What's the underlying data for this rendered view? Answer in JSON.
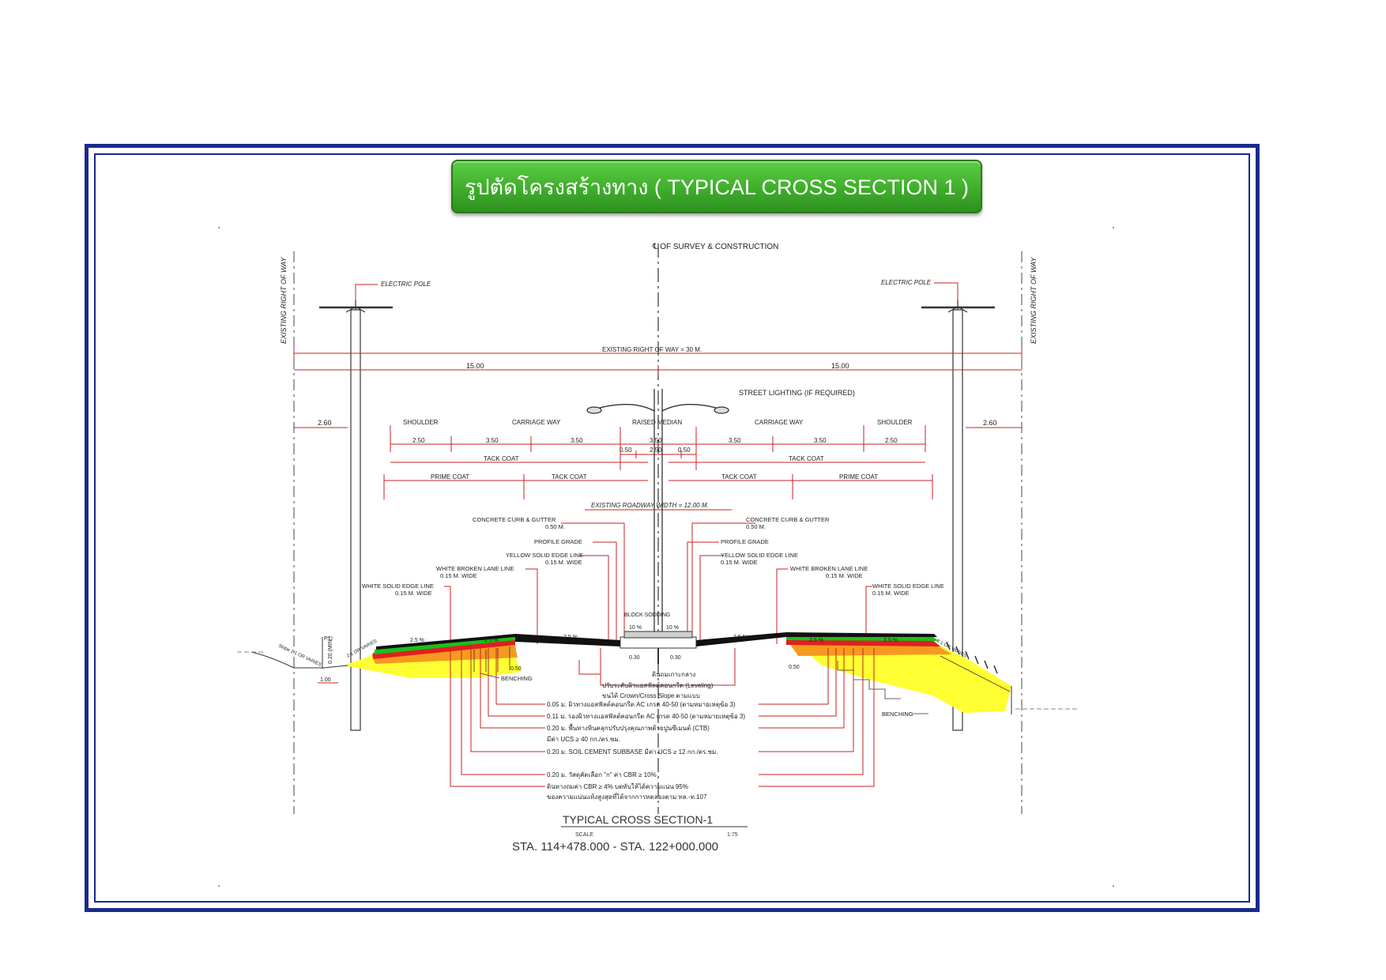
{
  "title": "รูปตัดโครงสร้างทาง ( TYPICAL CROSS SECTION 1 )",
  "colors": {
    "frame": "#1a2a8c",
    "dimension": "#cc2222",
    "pavement_green": "#19c219",
    "pavement_red": "#e02020",
    "base_orange": "#f59a1f",
    "fill_yellow": "#ffff33",
    "asphalt": "#111111"
  },
  "labels": {
    "centerline": "℄ OF SURVEY & CONSTRUCTION",
    "row_left": "EXISTING RIGHT OF WAY",
    "row_right": "EXISTING RIGHT OF WAY",
    "pole_left": "ELECTRIC POLE",
    "pole_right": "ELECTRIC POLE",
    "row_total": "EXISTING RIGHT OF WAY = 30 M.",
    "half_left": "15.00",
    "half_right": "15.00",
    "street_lighting": "STREET LIGHTING (IF REQUIRED)",
    "edge_left": "2.60",
    "edge_right": "2.60",
    "shoulder_l": "SHOULDER",
    "carriage_l": "CARRIAGE WAY",
    "median": "RAISED MEDIAN",
    "carriage_r": "CARRIAGE WAY",
    "shoulder_r": "SHOULDER",
    "w_shoulder_l": "2.50",
    "w_lane_l1": "3.50",
    "w_lane_l2": "3.50",
    "w_median": "3.50",
    "w_lane_r1": "3.50",
    "w_lane_r2": "3.50",
    "w_shoulder_r": "2.50",
    "m_050_l": "0.50",
    "m_250": "2.50",
    "m_050_r": "0.50",
    "tack_l": "TACK COAT",
    "tack_r": "TACK COAT",
    "prime_l": "PRIME COAT",
    "tack_l2": "TACK COAT",
    "tack_r2": "TACK COAT",
    "prime_r": "PRIME COAT",
    "existing_roadway": "EXISTING ROADWAY WIDTH = 12.00 M.",
    "curb_l1": "CONCRETE CURB & GUTTER",
    "curb_l2": "0.50 M.",
    "curb_r1": "CONCRETE CURB & GUTTER",
    "curb_r2": "0.50 M.",
    "profile_l": "PROFILE GRADE",
    "profile_r": "PROFILE GRADE",
    "yellow_l1": "YELLOW SOLID EDGE LINE",
    "yellow_l2": "0.15 M. WIDE",
    "yellow_r1": "YELLOW SOLID EDGE LINE",
    "yellow_r2": "0.15 M. WIDE",
    "wbroken_l1": "WHITE BROKEN LANE LINE",
    "wbroken_l2": "0.15 M. WIDE",
    "wbroken_r1": "WHITE BROKEN LANE LINE",
    "wbroken_r2": "0.15 M. WIDE",
    "wsolid_l1": "WHITE SOLID EDGE LINE",
    "wsolid_l2": "0.15 M. WIDE",
    "wsolid_r1": "WHITE SOLID EDGE LINE",
    "wsolid_r2": "0.15 M. WIDE",
    "block_sodding": "BLOCK SODDING",
    "slope_med_l": "10 %",
    "slope_med_r": "10 %",
    "slope_1": "2.5 %",
    "slope_2": "2.5 %",
    "slope_3": "2.5 %",
    "slope_4": "2.5 %",
    "slope_5": "2.5 %",
    "slope_6": "2.5 %",
    "side_slope_l": "2:1 OR VARIES",
    "side_slope_r": "2:1 OR VARIES",
    "ditch_slope": "Slope 1:1 OR VARIES",
    "ditch_pl": "P.L.",
    "ditch_min": "0.20 (MIN.)",
    "ditch_w": "1.00",
    "w_050_l": "0.50",
    "w_050_r": "0.50",
    "w_030_l": "0.30",
    "w_030_r": "0.30",
    "benching_l": "BENCHING",
    "benching_r": "BENCHING",
    "med_fill": "ดินถมเกาะกลาง",
    "note_level1": "ปรับระดับผิวแอสฟัลต์คอนกรีต (Leveling)",
    "note_level2": "ขนได้ Crown/Cross Slope ตามแบบ",
    "layer1": "0.05 ม. ผิวทางแอสฟัลต์คอนกรีต AC เกรด 40-50 (ตามหมายเหตุข้อ 3)",
    "layer2": "0.11 ม. รองผิวทางแอสฟัลต์คอนกรีต AC เกรด 40-50 (ตามหมายเหตุข้อ 3)",
    "layer3": "0.20 ม. พื้นทางหินคลุกปรับปรุงคุณภาพด้วยปูนซีเมนต์ (CTB)",
    "layer3b": "มีค่า UCS ≥ 40 กก./ตร.ซม.",
    "layer4": "0.20 ม. SOIL CEMENT SUBBASE มีค่า UCS ≥ 12 กก./ตร.ซม.",
    "layer5": "0.20 ม. วัสดุคัดเลือก \"ก\" ค่า CBR ≥ 10%",
    "layer6": "ดินทางถมค่า CBR ≥ 4% บดทับให้ได้ความแน่น 95%",
    "layer6b": "ของความแน่นแห้งสูงสุดที่ได้จากการทดลองตาม ทล.-ท.107",
    "section_title": "TYPICAL CROSS SECTION-1",
    "scale_label": "SCALE",
    "scale_value": "1:75",
    "station": "STA. 114+478.000 - STA. 122+000.000"
  }
}
